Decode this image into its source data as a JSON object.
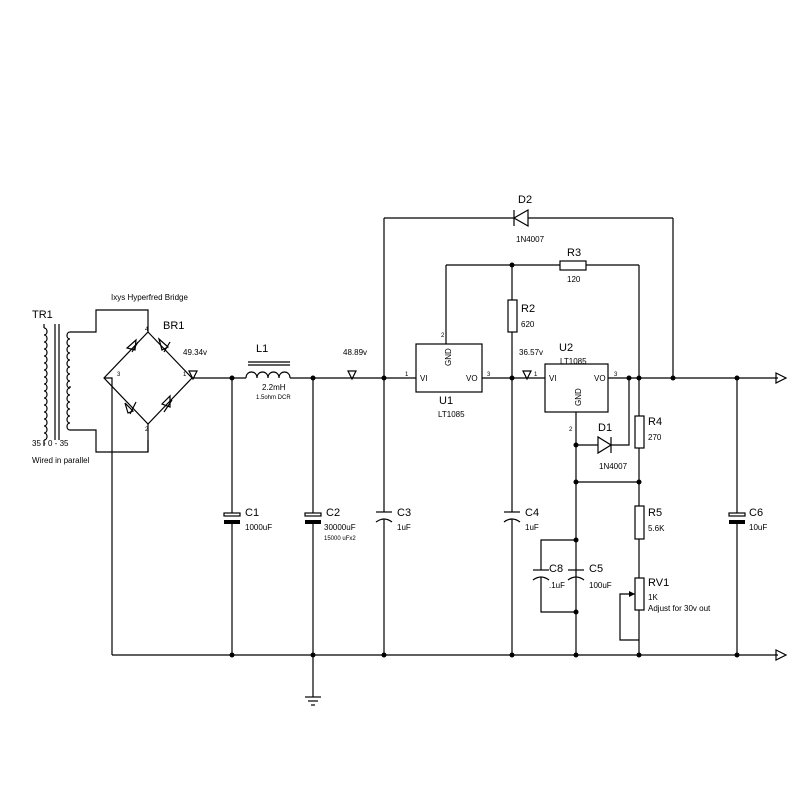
{
  "transformer": {
    "ref": "TR1",
    "rating": "35 - 0 - 35",
    "note": "Wired in parallel"
  },
  "bridge": {
    "title": "Ixys Hyperfred Bridge",
    "ref": "BR1",
    "pins": [
      "4",
      "1",
      "3",
      "2"
    ]
  },
  "voltages": {
    "bridge_out": "49.34v",
    "after_choke": "48.89v",
    "u1_out": "36.57v"
  },
  "inductor": {
    "ref": "L1",
    "value": "2.2mH",
    "dcr": "1.5ohm DCR"
  },
  "capacitors": {
    "c1": {
      "ref": "C1",
      "value": "1000uF"
    },
    "c2": {
      "ref": "C2",
      "value": "30000uF",
      "note": "15000 uFx2"
    },
    "c3": {
      "ref": "C3",
      "value": "1uF"
    },
    "c4": {
      "ref": "C4",
      "value": "1uF"
    },
    "c5": {
      "ref": "C5",
      "value": "100uF"
    },
    "c6": {
      "ref": "C6",
      "value": "10uF"
    },
    "c8": {
      "ref": "C8",
      "value": ".1uF"
    }
  },
  "regulators": {
    "u1": {
      "ref": "U1",
      "part": "LT1085",
      "vi": "VI",
      "vo": "VO",
      "gnd": "GND",
      "pin_in": "1",
      "pin_out": "3",
      "pin_gnd": "2"
    },
    "u2": {
      "ref": "U2",
      "part": "LT1085",
      "vi": "VI",
      "vo": "VO",
      "gnd": "GND",
      "pin_in": "1",
      "pin_out": "3",
      "pin_gnd": "2"
    }
  },
  "diodes": {
    "d1": {
      "ref": "D1",
      "part": "1N4007"
    },
    "d2": {
      "ref": "D2",
      "part": "1N4007"
    }
  },
  "resistors": {
    "r2": {
      "ref": "R2",
      "value": "620"
    },
    "r3": {
      "ref": "R3",
      "value": "120"
    },
    "r4": {
      "ref": "R4",
      "value": "270"
    },
    "r5": {
      "ref": "R5",
      "value": "5.6K"
    }
  },
  "pot": {
    "ref": "RV1",
    "value": "1K",
    "note": "Adjust for 30v out"
  },
  "colors": {
    "ink": "#000000",
    "background": "#ffffff"
  }
}
